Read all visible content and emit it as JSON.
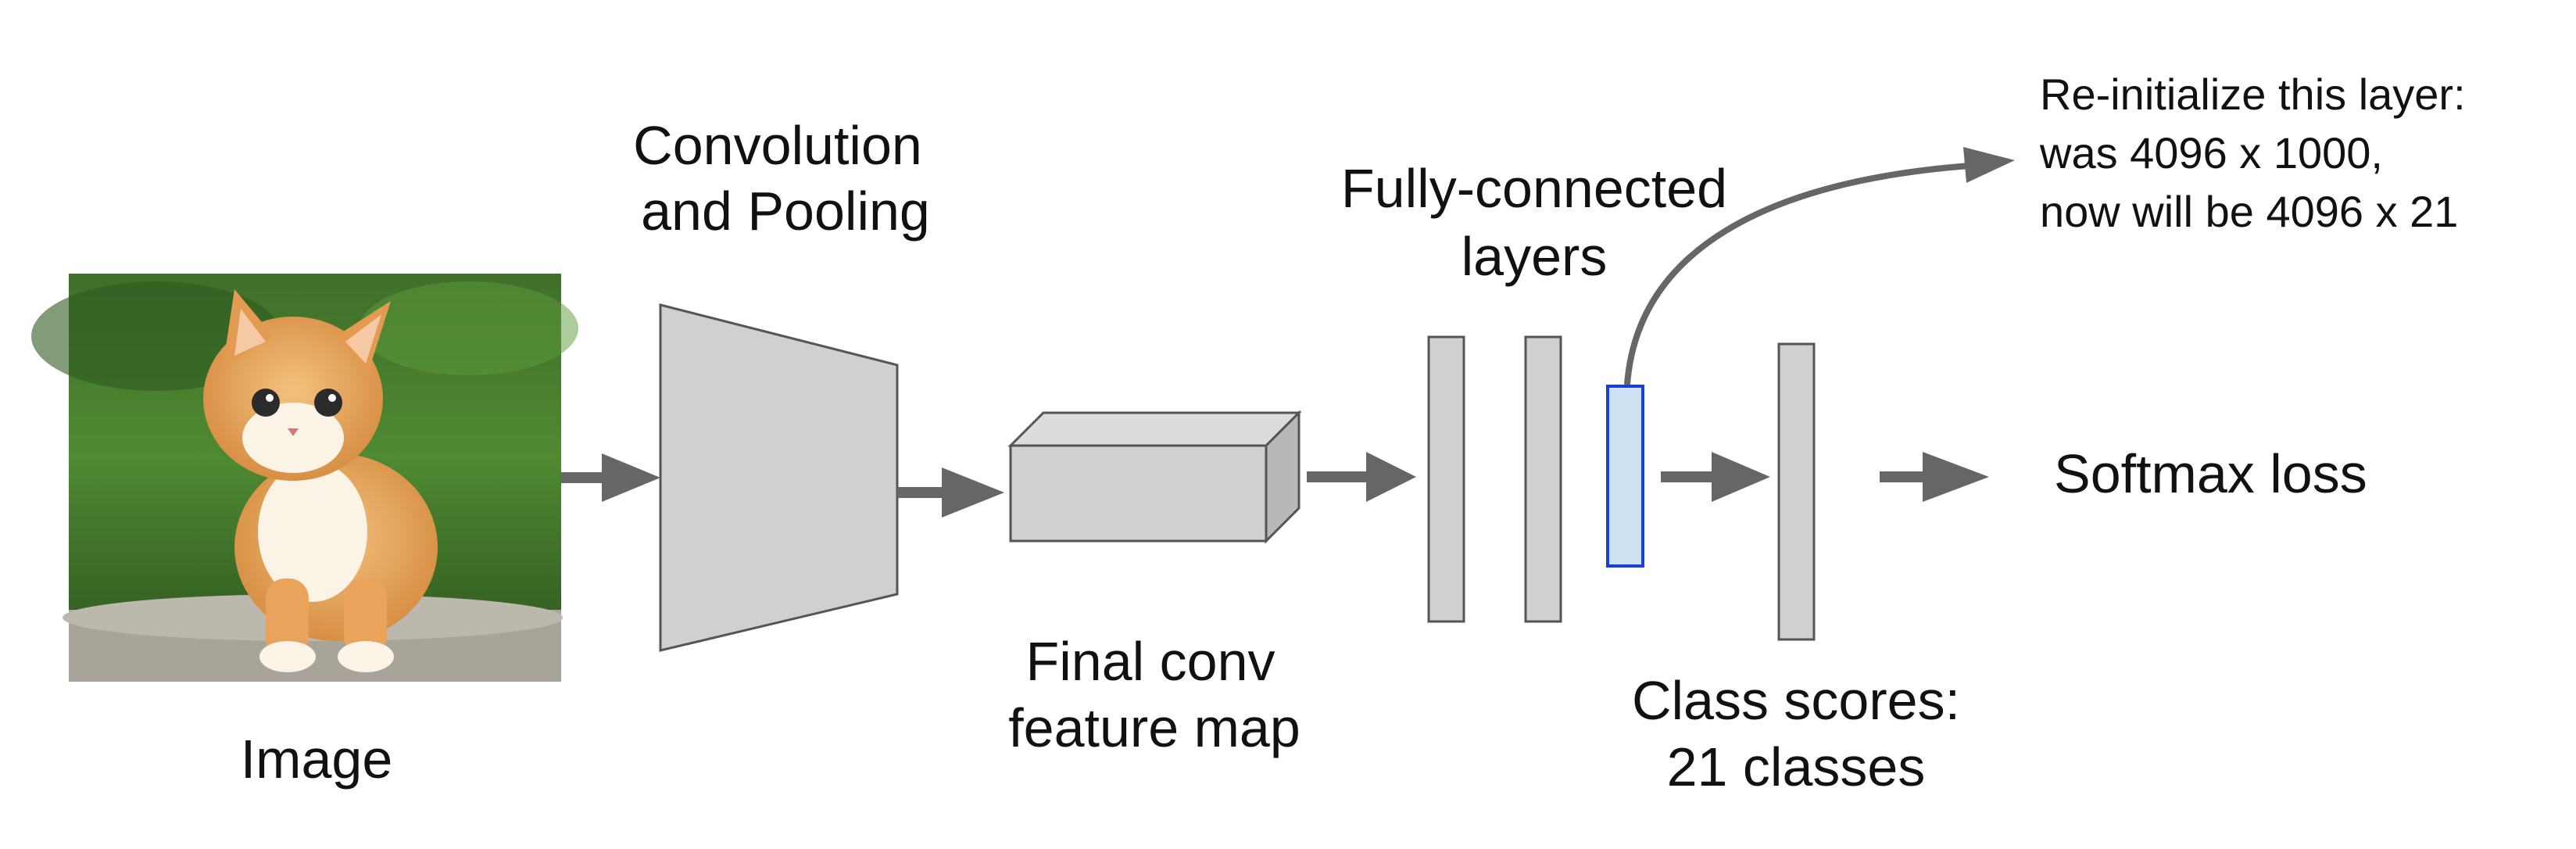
{
  "labels": {
    "image": "Image",
    "conv_line1": "Convolution",
    "conv_line2": "and Pooling",
    "feature_line1": "Final conv",
    "feature_line2": "feature map",
    "fc_line1": "Fully-connected",
    "fc_line2": "layers",
    "scores_line1": "Class scores:",
    "scores_line2": "21 classes",
    "softmax": "Softmax loss"
  },
  "annotation": {
    "line1": "Re-initialize this layer:",
    "line2": "was 4096 x 1000,",
    "line3": "now will be 4096 x 21"
  },
  "colors": {
    "block_fill": "#d0d0d0",
    "block_stroke": "#555555",
    "arrow": "#666666",
    "highlight_fill": "#cfe2f3",
    "highlight_stroke": "#1a3fd6"
  }
}
